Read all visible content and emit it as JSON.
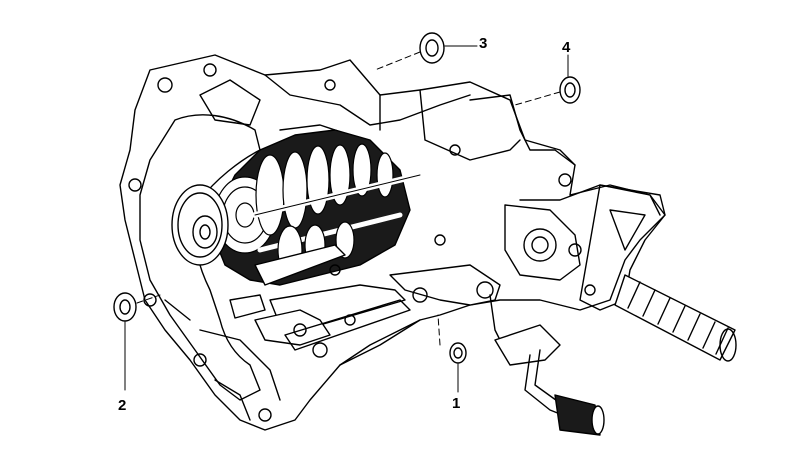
{
  "diagram": {
    "callouts": [
      {
        "id": "1",
        "label": "1",
        "part": "seal-ring-small"
      },
      {
        "id": "2",
        "label": "2",
        "part": "seal-ring-left"
      },
      {
        "id": "3",
        "label": "3",
        "part": "seal-ring-top"
      },
      {
        "id": "4",
        "label": "4",
        "part": "seal-ring-right"
      }
    ]
  },
  "colors": {
    "ink": "#000000",
    "background": "#ffffff",
    "shade": "#1a1a1a"
  }
}
